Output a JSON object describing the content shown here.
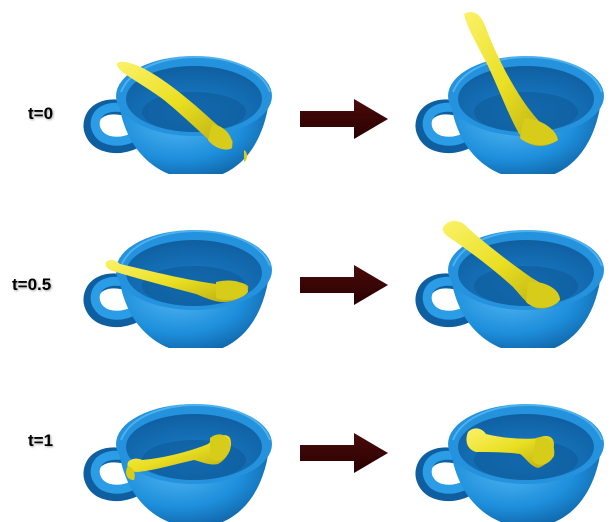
{
  "rows": [
    {
      "label": "t=0"
    },
    {
      "label": "t=0.5"
    },
    {
      "label": "t=1"
    }
  ],
  "colors": {
    "cup": "#1e8fdc",
    "cup_dark": "#0f5fa0",
    "spoon": "#f0e62e",
    "spoon_dark": "#b7aa10",
    "arrow": "#3c0000"
  }
}
